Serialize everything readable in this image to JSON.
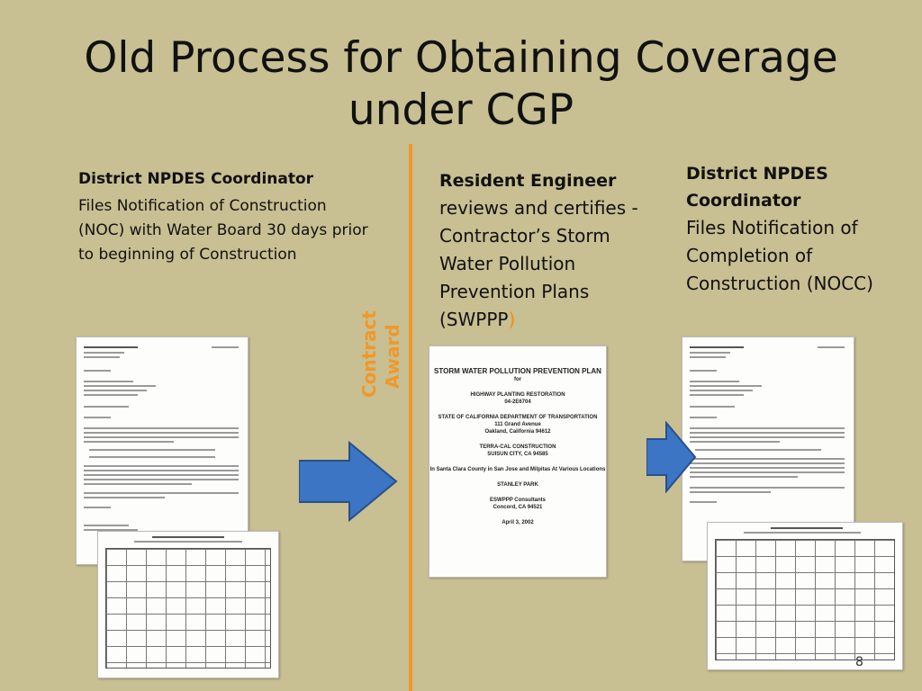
{
  "slide": {
    "title_line1": "Old Process for Obtaining Coverage",
    "title_line2": "under CGP",
    "page_number": "8"
  },
  "step1": {
    "heading": "District NPDES Coordinator",
    "body": "Files Notification of Construction (NOC) with Water Board 30 days prior to beginning of Construction"
  },
  "step2": {
    "heading": "Resident Engineer",
    "body": "reviews and certifies - Contractor’s Storm Water Pollution Prevention Plans (SWPPP",
    "closing_paren": ")"
  },
  "step3": {
    "heading": "District NPDES Coordinator",
    "body": "Files Notification of Completion of Construction (NOCC)"
  },
  "divider": {
    "label_line1": "Contract",
    "label_line2": "Award",
    "color": "#f0982a"
  },
  "colors": {
    "background": "#c8bf92",
    "arrow_fill": "#3b75c4",
    "arrow_stroke": "#2a4f8a"
  }
}
